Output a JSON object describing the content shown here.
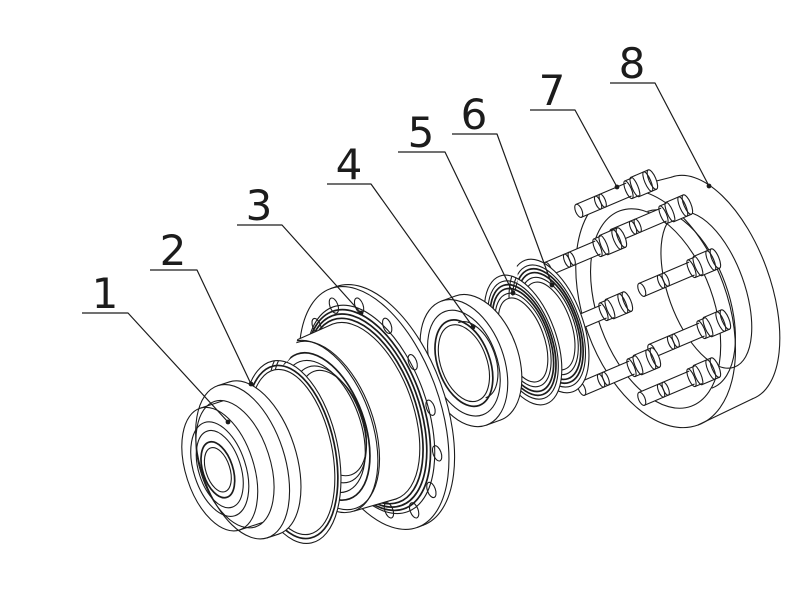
{
  "diagram": {
    "background_color": "#ffffff",
    "line_color": "#1c1c1c",
    "callouts": [
      {
        "label": "1"
      },
      {
        "label": "2"
      },
      {
        "label": "3"
      },
      {
        "label": "4"
      },
      {
        "label": "5"
      },
      {
        "label": "6"
      },
      {
        "label": "7"
      },
      {
        "label": "8"
      }
    ]
  }
}
